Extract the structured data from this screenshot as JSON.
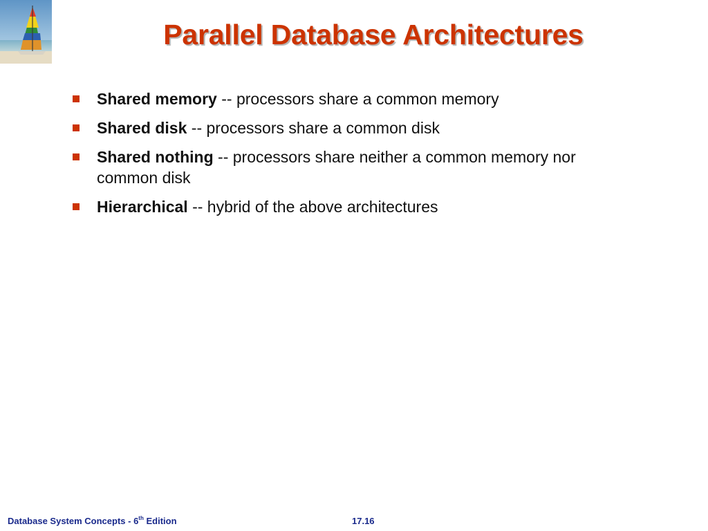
{
  "slide": {
    "title": "Parallel Database Architectures",
    "bullets": [
      {
        "term": "Shared memory",
        "text": " -- processors share a common memory"
      },
      {
        "term": "Shared disk",
        "text": " -- processors share a common disk"
      },
      {
        "term": "Shared nothing",
        "text": " -- processors share neither a common memory nor common disk"
      },
      {
        "term": "Hierarchical",
        "text": " -- hybrid of the above architectures"
      }
    ]
  },
  "footer": {
    "book_prefix": "Database System Concepts - 6",
    "edition_sup": "th",
    "edition_suffix": " Edition",
    "slide_number": "17.16"
  },
  "colors": {
    "title": "#cc3300",
    "bullet": "#cc3300",
    "footer": "#1a2a8c"
  },
  "logo": {
    "icon": "sailboat-icon"
  }
}
